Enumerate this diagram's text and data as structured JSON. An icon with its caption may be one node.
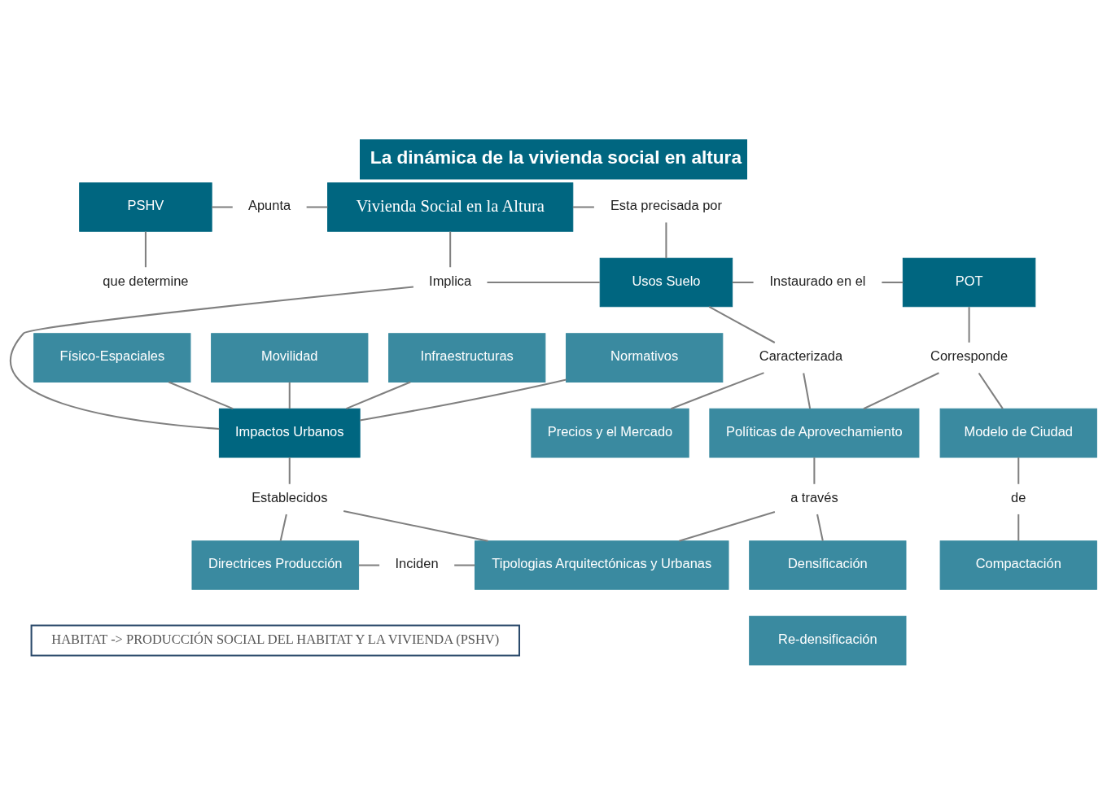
{
  "diagram": {
    "title": "La dinámica de la vivienda social en altura",
    "nodes": [
      {
        "text": [
          "PSHV"
        ]
      },
      {
        "text": [
          "Apunta"
        ]
      },
      {
        "text": [
          "Vivienda Social en la Altura"
        ]
      },
      {
        "text": [
          "Esta precisada por"
        ]
      },
      {
        "text": [
          "Implica"
        ]
      },
      {
        "text": [
          "Usos Suelo"
        ]
      },
      {
        "text": [
          "Instaurado en el"
        ]
      },
      {
        "text": [
          "POT"
        ]
      },
      {
        "text": [
          "Físico-Espaciales"
        ]
      },
      {
        "text": [
          "Movilidad"
        ]
      },
      {
        "text": [
          "Infraestructuras"
        ]
      },
      {
        "text": [
          "Normativos"
        ]
      },
      {
        "text": [
          "Impactos Urbanos"
        ]
      },
      {
        "text": [
          "Caracterizada"
        ]
      },
      {
        "text": [
          "Corresponde"
        ]
      },
      {
        "text": [
          "Precios y el Mercado"
        ]
      },
      {
        "text": [
          "Políticas de Aprovechamiento"
        ]
      },
      {
        "text": [
          "Modelo de Ciudad"
        ]
      },
      {
        "text": [
          "Establecidos"
        ]
      },
      {
        "text": [
          "a través"
        ]
      },
      {
        "text": [
          "de"
        ]
      },
      {
        "text": [
          "que determine"
        ]
      },
      {
        "text": [
          "Directrices Producción"
        ]
      },
      {
        "text": [
          "Inciden"
        ]
      },
      {
        "text": [
          "Tipologias Arquitectónicas y Urbanas"
        ]
      },
      {
        "text": [
          "Densificación"
        ]
      },
      {
        "text": [
          "Re-densificación"
        ]
      },
      {
        "text": [
          "Compactación"
        ]
      }
    ],
    "edges": [
      {
        "from": 0,
        "to": 1,
        "arrow": "none"
      },
      {
        "from": 1,
        "to": 2,
        "arrow": "none"
      },
      {
        "from": 2,
        "to": 3,
        "arrow": "none"
      },
      {
        "from": 3,
        "to": 5,
        "arrow": "none"
      },
      {
        "from": 2,
        "to": 4,
        "arrow": "none"
      },
      {
        "from": 4,
        "to": 5,
        "arrow": "none"
      },
      {
        "from": 5,
        "to": 6,
        "arrow": "none"
      },
      {
        "from": 6,
        "to": 7,
        "arrow": "none"
      },
      {
        "from": 4,
        "to": 12,
        "arrow": "none"
      },
      {
        "from": 8,
        "to": 12,
        "arrow": "none"
      },
      {
        "from": 9,
        "to": 12,
        "arrow": "none"
      },
      {
        "from": 10,
        "to": 12,
        "arrow": "none"
      },
      {
        "from": 11,
        "to": 12,
        "arrow": "none"
      },
      {
        "from": 5,
        "to": 13,
        "arrow": "none"
      },
      {
        "from": 13,
        "to": 15,
        "arrow": "none"
      },
      {
        "from": 13,
        "to": 16,
        "arrow": "none"
      },
      {
        "from": 7,
        "to": 14,
        "arrow": "none"
      },
      {
        "from": 14,
        "to": 16,
        "arrow": "none"
      },
      {
        "from": 14,
        "to": 17,
        "arrow": "none"
      },
      {
        "from": 12,
        "to": 18,
        "arrow": "none"
      },
      {
        "from": 18,
        "to": 22,
        "arrow": "none"
      },
      {
        "from": 18,
        "to": 24,
        "arrow": "none"
      },
      {
        "from": 16,
        "to": 19,
        "arrow": "none"
      },
      {
        "from": 19,
        "to": 24,
        "arrow": "none"
      },
      {
        "from": 19,
        "to": 25,
        "arrow": "none"
      },
      {
        "from": 17,
        "to": 20,
        "arrow": "none"
      },
      {
        "from": 20,
        "to": 27,
        "arrow": "none"
      },
      {
        "from": 0,
        "to": 21,
        "arrow": "none"
      },
      {
        "from": 22,
        "to": 23,
        "arrow": "none"
      },
      {
        "from": 23,
        "to": 24,
        "arrow": "none"
      }
    ],
    "labels": [
      "HABITAT -> PRODUCCIÓN SOCIAL DEL HABITAT Y LA VIVIENDA (PSHV)"
    ]
  }
}
